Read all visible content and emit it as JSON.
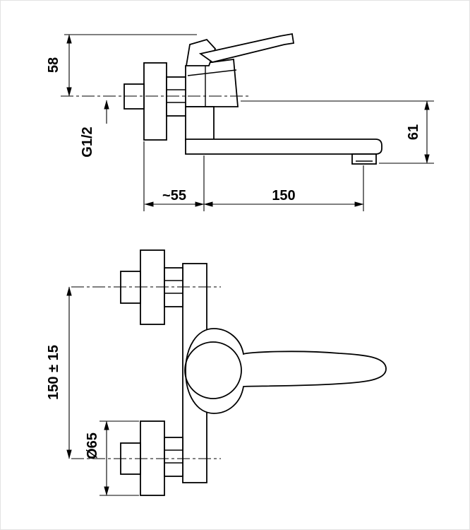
{
  "drawing": {
    "colors": {
      "line": "#000000",
      "background": "#ffffff"
    },
    "dimensions": {
      "handle_height": "58",
      "thread": "G1/2",
      "outlet_height": "61",
      "wall_offset": "~55",
      "spout_length": "150",
      "mount_spacing": "150 ± 15",
      "flange_diameter": "Ø65"
    }
  }
}
